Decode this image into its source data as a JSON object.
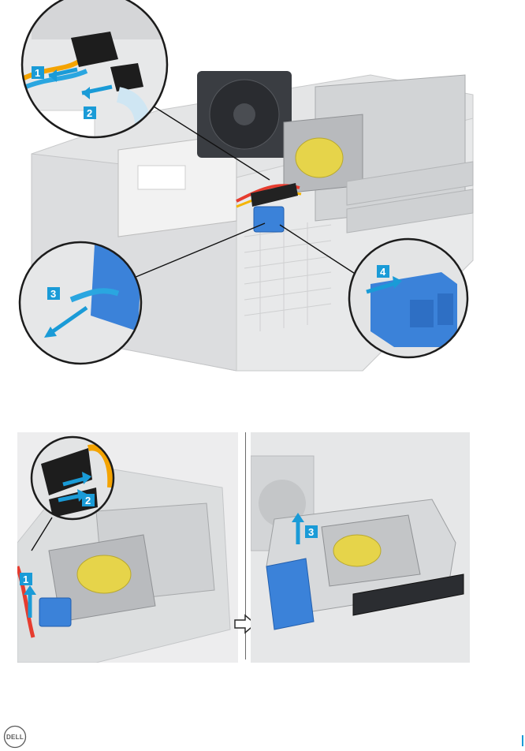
{
  "figure1": {
    "callouts": [
      "1",
      "2",
      "3",
      "4"
    ]
  },
  "figure2": {
    "callouts": [
      "1",
      "2"
    ]
  },
  "figure3": {
    "callouts": [
      "3"
    ]
  },
  "footer": {
    "logo_text": "DELL",
    "logo_icon": "dell-logo-icon"
  },
  "colors": {
    "callout_blue": "#1a9bd7",
    "latch_blue": "#3b82d9",
    "chassis_grey": "#d9dadb",
    "outline": "#2b2b2b"
  }
}
